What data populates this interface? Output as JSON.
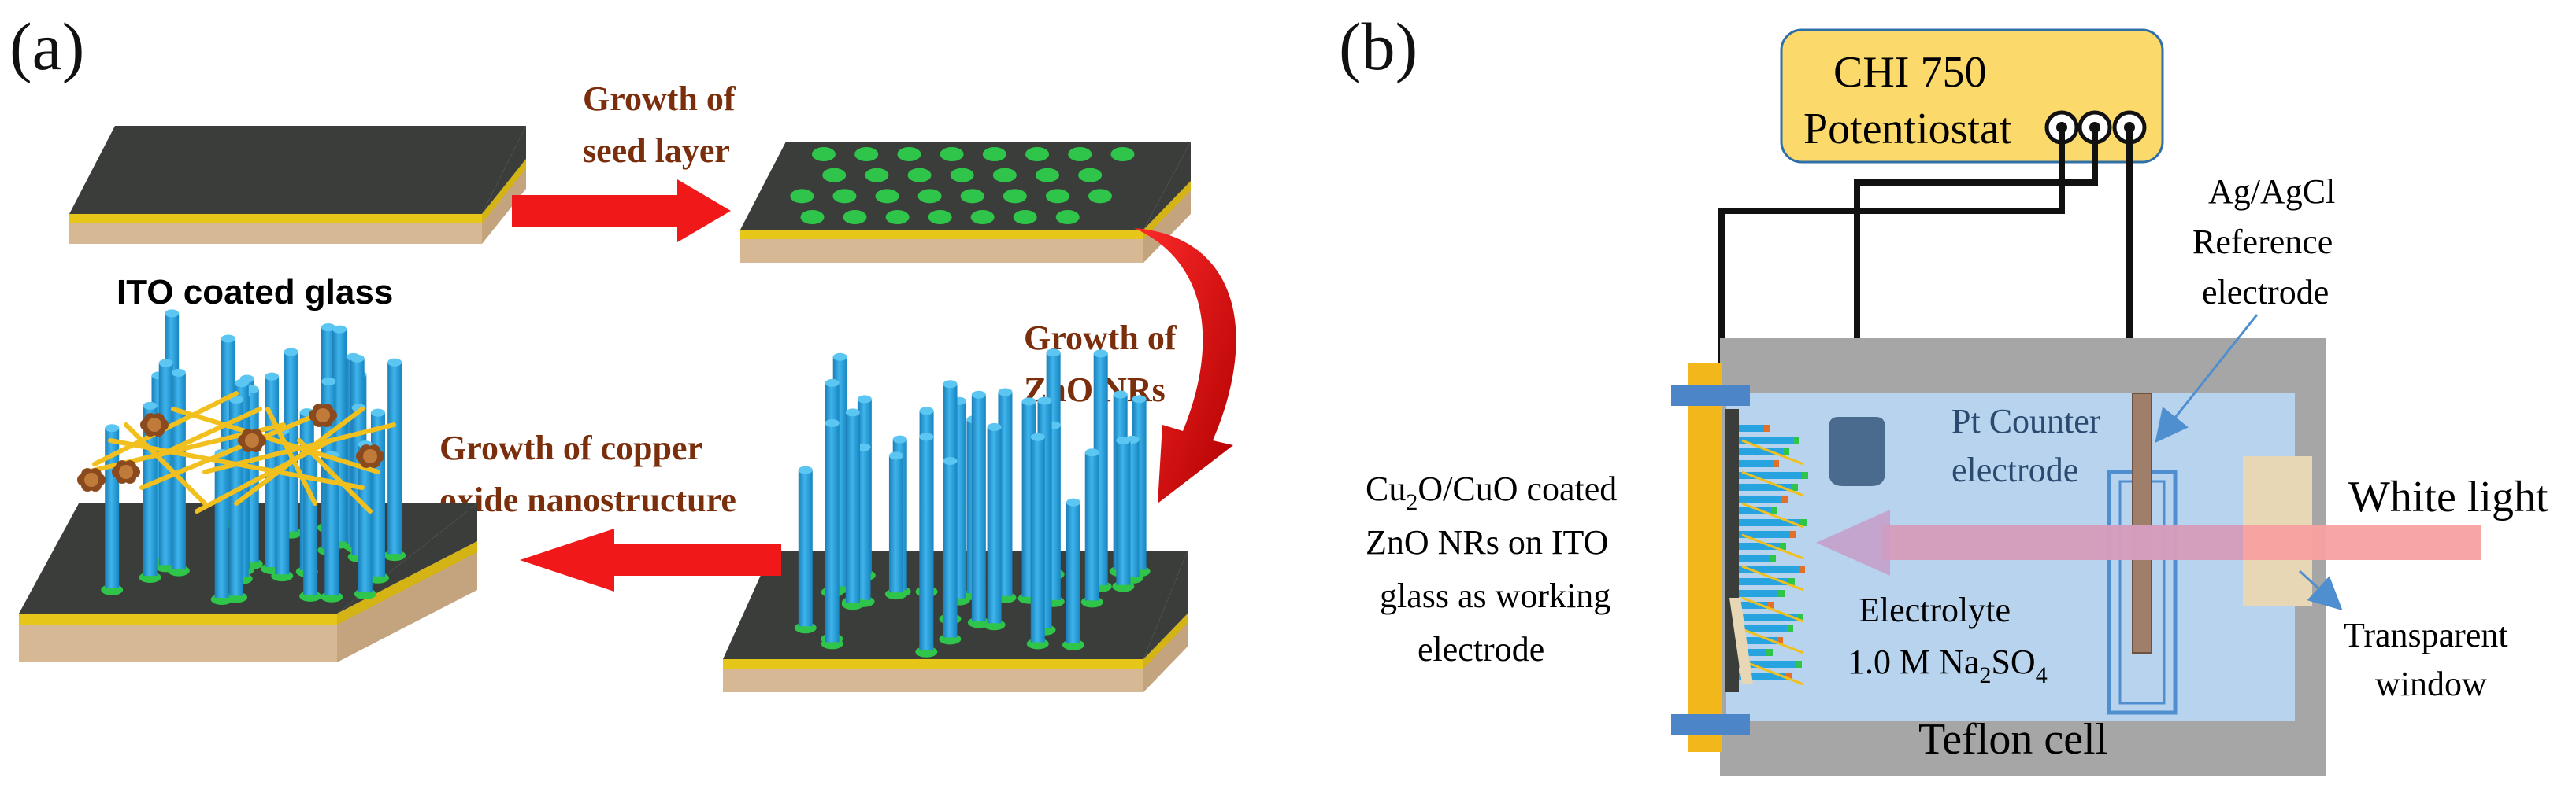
{
  "panel_a": {
    "label": "(a)",
    "substrate_label": "ITO coated glass",
    "step1_line1": "Growth of",
    "step1_line2": "seed layer",
    "step2_line1": "Growth of",
    "step2_line2": "ZnO NRs",
    "step3_line1": "Growth of copper",
    "step3_line2": "oxide nanostructure"
  },
  "panel_b": {
    "label": "(b)",
    "potentiostat_line1": "CHI 750",
    "potentiostat_line2": "Potentiostat",
    "reference_line1": "Ag/AgCl",
    "reference_line2": "Reference",
    "reference_line3": "electrode",
    "counter_line1": "Pt Counter",
    "counter_line2": "electrode",
    "working_line1_a": "Cu",
    "working_line1_sub1": "2",
    "working_line1_b": "O/CuO coated",
    "working_line2": "ZnO NRs on ITO",
    "working_line3": "glass as working",
    "working_line4": "electrode",
    "electrolyte_line1": "Electrolyte",
    "electrolyte_line2_a": "1.0  M Na",
    "electrolyte_line2_sub1": "2",
    "electrolyte_line2_b": "SO",
    "electrolyte_line2_sub2": "4",
    "light_label": "White light",
    "window_line1": "Transparent",
    "window_line2": "window",
    "cell_label": "Teflon cell"
  },
  "colors": {
    "arrow_red": "#f01818",
    "rod_blue": "#27a4df",
    "seed_green": "#2fc44a",
    "substrate_dark": "#3a3d3a",
    "gold_edge": "#e6c619",
    "glass_tan": "#d7b894",
    "cell_gray": "#a6a6a6",
    "electrolyte_blue": "#b8d3ee",
    "potentiostat_yellow": "#fbd96a",
    "beam_pink": "#f7a0a0"
  }
}
